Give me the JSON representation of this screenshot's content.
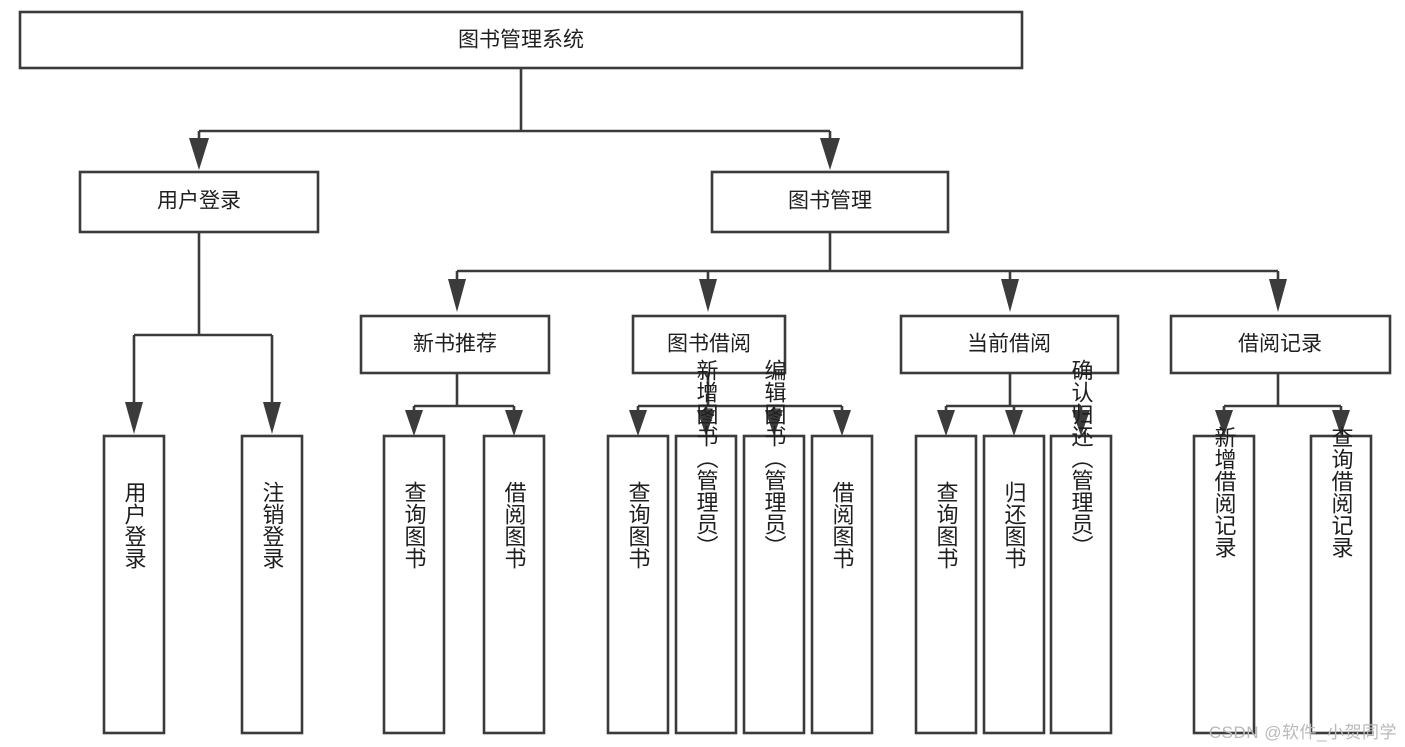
{
  "diagram": {
    "type": "tree",
    "title": "图书管理系统",
    "watermark": "CSDN @软件_小贺同学",
    "colors": {
      "stroke": "#3b3b3b",
      "fill": "#ffffff",
      "text": "#1f1f1f",
      "watermark": "#b9b9b9"
    },
    "nodes": {
      "root": "图书管理系统",
      "user_login": "用户登录",
      "book_manage": "图书管理",
      "new_book_rec": "新书推荐",
      "book_borrow": "图书借阅",
      "current_borrow": "当前借阅",
      "borrow_record": "借阅记录",
      "leaf_user_login": "用户登录",
      "leaf_user_logout": "注销登录",
      "leaf_rec_query": "查询图书",
      "leaf_rec_borrow": "借阅图书",
      "leaf_borrow_query": "查询图书",
      "leaf_borrow_add": "新增图书（管理员）",
      "leaf_borrow_edit": "编辑图书（管理员）",
      "leaf_borrow_lend": "借阅图书",
      "leaf_cur_query": "查询图书",
      "leaf_cur_return": "归还图书",
      "leaf_cur_confirm": "确认归还（管理员）",
      "leaf_rec_add": "新增借阅记录",
      "leaf_rec_search": "查询借阅记录"
    }
  }
}
